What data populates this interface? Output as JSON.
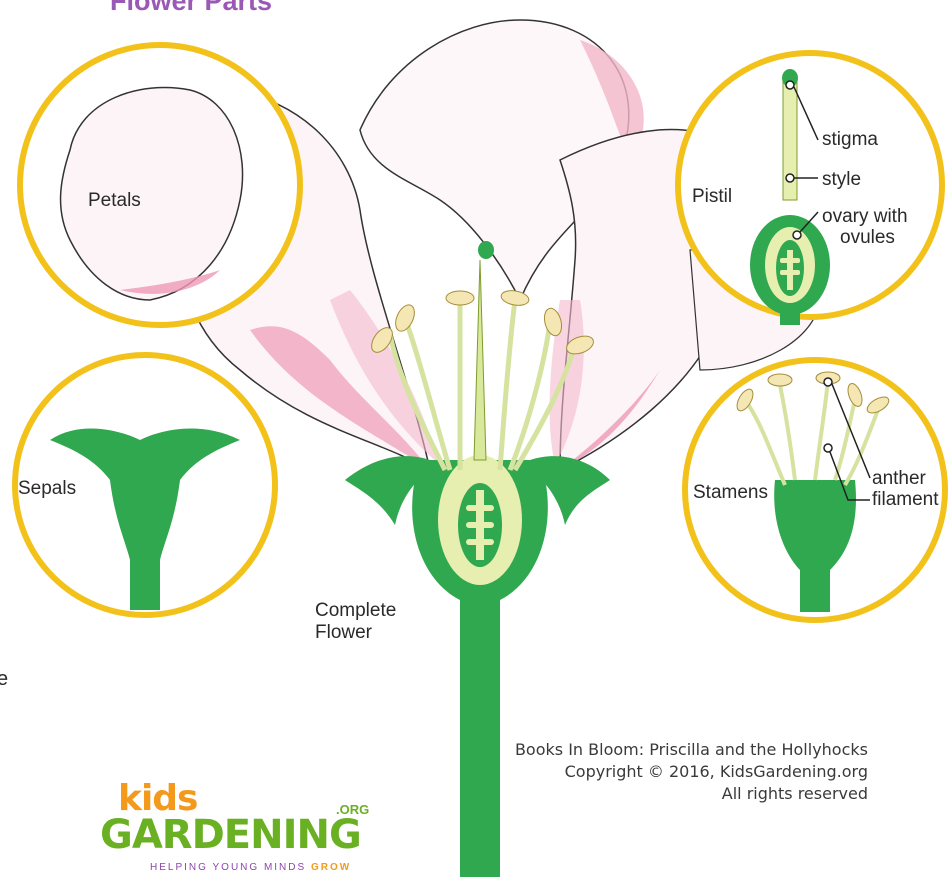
{
  "title": "Flower Parts",
  "main_label_line1": "Complete",
  "main_label_line2": "Flower",
  "circles": {
    "petals": "Petals",
    "sepals": "Sepals",
    "pistil": "Pistil",
    "stamens": "Stamens"
  },
  "pistil_parts": {
    "stigma": "stigma",
    "style": "style",
    "ovary_line1": "ovary with",
    "ovary_line2": "ovules"
  },
  "stamen_parts": {
    "anther": "anther",
    "filament": "filament"
  },
  "credit": {
    "line1": "Books In Bloom: Priscilla and the Hollyhocks",
    "line2": "Copyright © 2016, KidsGardening.org",
    "line3": "All rights reserved"
  },
  "logo": {
    "kids": "kids",
    "org": ".ORG",
    "gardening": "GARDENING",
    "tagline_main": "HELPING YOUNG MINDS ",
    "tagline_grow": "GROW"
  },
  "edge_letter": "e",
  "colors": {
    "circle_border": "#f2c21b",
    "stem_green": "#2fa84f",
    "petal_pink": "#f2b6c8",
    "pistil_pale": "#e6efb0",
    "title_purple": "#9b59b6"
  }
}
